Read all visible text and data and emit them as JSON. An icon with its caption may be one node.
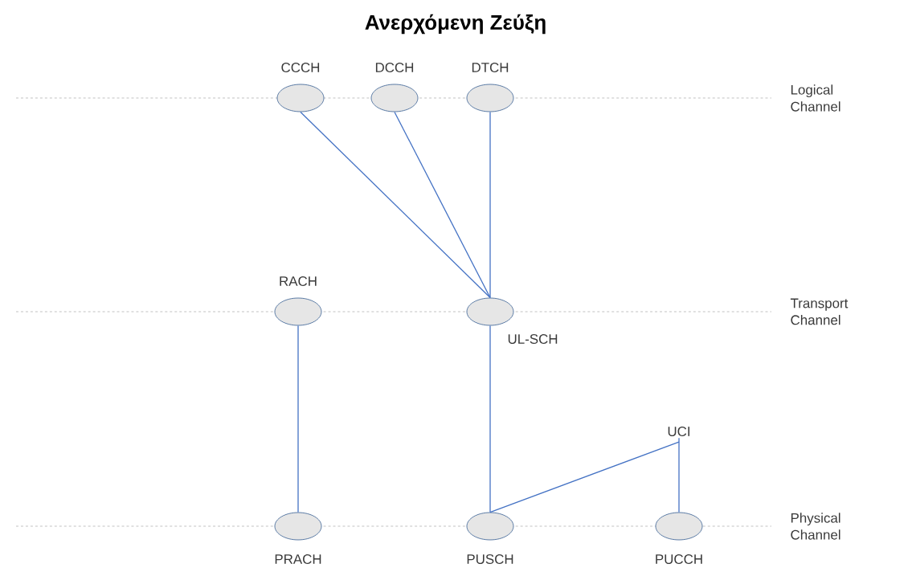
{
  "diagram": {
    "title": "Ανερχόμενη Ζεύξη",
    "nodes": [
      {
        "text": [
          "CCCH"
        ]
      },
      {
        "text": [
          "DCCH"
        ]
      },
      {
        "text": [
          "DTCH"
        ]
      },
      {
        "text": [
          "RACH"
        ]
      },
      {
        "text": [
          "UL-SCH"
        ]
      },
      {
        "text": [
          "PRACH"
        ]
      },
      {
        "text": [
          "PUSCH"
        ]
      },
      {
        "text": [
          "PUCCH"
        ]
      },
      {
        "text": [
          "UCI"
        ]
      }
    ],
    "edges": [
      {
        "from": 0,
        "to": 4,
        "arrow": "none"
      },
      {
        "from": 1,
        "to": 4,
        "arrow": "none"
      },
      {
        "from": 2,
        "to": 4,
        "arrow": "none"
      },
      {
        "from": 3,
        "to": 5,
        "arrow": "none"
      },
      {
        "from": 4,
        "to": 6,
        "arrow": "none"
      },
      {
        "from": 8,
        "to": 6,
        "arrow": "none"
      },
      {
        "from": 8,
        "to": 7,
        "arrow": "none"
      }
    ],
    "labels": [
      "Logical Channel",
      "Transport Channel",
      "Physical Channel"
    ]
  }
}
